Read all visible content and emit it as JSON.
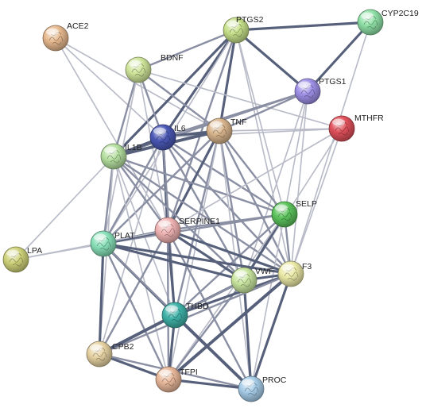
{
  "network": {
    "nodes": [
      {
        "id": "ACE2",
        "label": "ACE2",
        "color": "#e7b98f"
      },
      {
        "id": "PTGS2",
        "label": "PTGS2",
        "color": "#c6e08a"
      },
      {
        "id": "CYP2C19",
        "label": "CYP2C19",
        "color": "#8fe0a6"
      },
      {
        "id": "BDNF",
        "label": "BDNF",
        "color": "#cfe59a"
      },
      {
        "id": "PTGS1",
        "label": "PTGS1",
        "color": "#9e8fe6"
      },
      {
        "id": "IL6",
        "label": "IL6",
        "color": "#4a57b5"
      },
      {
        "id": "TNF",
        "label": "TNF",
        "color": "#d8b48c"
      },
      {
        "id": "MTHFR",
        "label": "MTHFR",
        "color": "#e0505a"
      },
      {
        "id": "IL1B",
        "label": "IL1B",
        "color": "#b6e0a0"
      },
      {
        "id": "SELP",
        "label": "SELP",
        "color": "#5cc45c"
      },
      {
        "id": "SERPINE1",
        "label": "SERPINE1",
        "color": "#f0b3b3"
      },
      {
        "id": "PLAT",
        "label": "PLAT",
        "color": "#88e0b8"
      },
      {
        "id": "LPA",
        "label": "LPA",
        "color": "#cfd27a"
      },
      {
        "id": "VWF",
        "label": "VWF",
        "color": "#c9e6a0"
      },
      {
        "id": "F3",
        "label": "F3",
        "color": "#ebe9a6"
      },
      {
        "id": "THBD",
        "label": "THBD",
        "color": "#3fb2a8"
      },
      {
        "id": "CPB2",
        "label": "CPB2",
        "color": "#e6d2a2"
      },
      {
        "id": "TFPI",
        "label": "TFPI",
        "color": "#e8b89a"
      },
      {
        "id": "PROC",
        "label": "PROC",
        "color": "#a6cce8"
      }
    ],
    "edges": [
      {
        "s": "ACE2",
        "t": "IL6",
        "w": 1
      },
      {
        "s": "ACE2",
        "t": "TNF",
        "w": 1
      },
      {
        "s": "ACE2",
        "t": "SERPINE1",
        "w": 1
      },
      {
        "s": "PTGS2",
        "t": "CYP2C19",
        "w": 3
      },
      {
        "s": "PTGS2",
        "t": "PTGS1",
        "w": 3
      },
      {
        "s": "PTGS2",
        "t": "BDNF",
        "w": 2
      },
      {
        "s": "PTGS2",
        "t": "IL6",
        "w": 3
      },
      {
        "s": "PTGS2",
        "t": "TNF",
        "w": 3
      },
      {
        "s": "PTGS2",
        "t": "IL1B",
        "w": 3
      },
      {
        "s": "PTGS2",
        "t": "SERPINE1",
        "w": 2
      },
      {
        "s": "PTGS2",
        "t": "SELP",
        "w": 1
      },
      {
        "s": "PTGS2",
        "t": "F3",
        "w": 1
      },
      {
        "s": "PTGS2",
        "t": "PLAT",
        "w": 1
      },
      {
        "s": "CYP2C19",
        "t": "PTGS1",
        "w": 3
      },
      {
        "s": "CYP2C19",
        "t": "F3",
        "w": 1
      },
      {
        "s": "BDNF",
        "t": "IL6",
        "w": 2
      },
      {
        "s": "BDNF",
        "t": "TNF",
        "w": 2
      },
      {
        "s": "BDNF",
        "t": "IL1B",
        "w": 2
      },
      {
        "s": "BDNF",
        "t": "MTHFR",
        "w": 1
      },
      {
        "s": "BDNF",
        "t": "SERPINE1",
        "w": 1
      },
      {
        "s": "BDNF",
        "t": "PLAT",
        "w": 1
      },
      {
        "s": "PTGS1",
        "t": "IL6",
        "w": 2
      },
      {
        "s": "PTGS1",
        "t": "TNF",
        "w": 2
      },
      {
        "s": "PTGS1",
        "t": "IL1B",
        "w": 2
      },
      {
        "s": "PTGS1",
        "t": "SELP",
        "w": 1
      },
      {
        "s": "PTGS1",
        "t": "VWF",
        "w": 1
      },
      {
        "s": "PTGS1",
        "t": "F3",
        "w": 1
      },
      {
        "s": "IL6",
        "t": "TNF",
        "w": 4
      },
      {
        "s": "IL6",
        "t": "IL1B",
        "w": 4
      },
      {
        "s": "IL6",
        "t": "SERPINE1",
        "w": 3
      },
      {
        "s": "IL6",
        "t": "SELP",
        "w": 2
      },
      {
        "s": "IL6",
        "t": "PLAT",
        "w": 2
      },
      {
        "s": "IL6",
        "t": "VWF",
        "w": 2
      },
      {
        "s": "IL6",
        "t": "F3",
        "w": 2
      },
      {
        "s": "IL6",
        "t": "THBD",
        "w": 2
      },
      {
        "s": "IL6",
        "t": "CPB2",
        "w": 1
      },
      {
        "s": "IL6",
        "t": "MTHFR",
        "w": 1
      },
      {
        "s": "TNF",
        "t": "IL1B",
        "w": 4
      },
      {
        "s": "TNF",
        "t": "MTHFR",
        "w": 1
      },
      {
        "s": "TNF",
        "t": "SERPINE1",
        "w": 3
      },
      {
        "s": "TNF",
        "t": "SELP",
        "w": 2
      },
      {
        "s": "TNF",
        "t": "PLAT",
        "w": 2
      },
      {
        "s": "TNF",
        "t": "VWF",
        "w": 2
      },
      {
        "s": "TNF",
        "t": "F3",
        "w": 2
      },
      {
        "s": "TNF",
        "t": "THBD",
        "w": 2
      },
      {
        "s": "TNF",
        "t": "TFPI",
        "w": 1
      },
      {
        "s": "TNF",
        "t": "PROC",
        "w": 1
      },
      {
        "s": "IL1B",
        "t": "SERPINE1",
        "w": 2
      },
      {
        "s": "IL1B",
        "t": "SELP",
        "w": 2
      },
      {
        "s": "IL1B",
        "t": "PLAT",
        "w": 2
      },
      {
        "s": "IL1B",
        "t": "VWF",
        "w": 2
      },
      {
        "s": "IL1B",
        "t": "F3",
        "w": 2
      },
      {
        "s": "IL1B",
        "t": "THBD",
        "w": 1
      },
      {
        "s": "IL1B",
        "t": "CPB2",
        "w": 1
      },
      {
        "s": "IL1B",
        "t": "TFPI",
        "w": 1
      },
      {
        "s": "IL1B",
        "t": "LPA",
        "w": 1
      },
      {
        "s": "MTHFR",
        "t": "SERPINE1",
        "w": 1
      },
      {
        "s": "MTHFR",
        "t": "F3",
        "w": 1
      },
      {
        "s": "MTHFR",
        "t": "VWF",
        "w": 1
      },
      {
        "s": "SELP",
        "t": "SERPINE1",
        "w": 2
      },
      {
        "s": "SELP",
        "t": "VWF",
        "w": 3
      },
      {
        "s": "SELP",
        "t": "F3",
        "w": 2
      },
      {
        "s": "SELP",
        "t": "THBD",
        "w": 2
      },
      {
        "s": "SELP",
        "t": "PLAT",
        "w": 2
      },
      {
        "s": "SELP",
        "t": "TFPI",
        "w": 1
      },
      {
        "s": "SELP",
        "t": "PROC",
        "w": 1
      },
      {
        "s": "SERPINE1",
        "t": "PLAT",
        "w": 4
      },
      {
        "s": "SERPINE1",
        "t": "VWF",
        "w": 3
      },
      {
        "s": "SERPINE1",
        "t": "F3",
        "w": 3
      },
      {
        "s": "SERPINE1",
        "t": "THBD",
        "w": 3
      },
      {
        "s": "SERPINE1",
        "t": "CPB2",
        "w": 2
      },
      {
        "s": "SERPINE1",
        "t": "TFPI",
        "w": 2
      },
      {
        "s": "SERPINE1",
        "t": "PROC",
        "w": 2
      },
      {
        "s": "SERPINE1",
        "t": "LPA",
        "w": 1
      },
      {
        "s": "PLAT",
        "t": "LPA",
        "w": 1
      },
      {
        "s": "PLAT",
        "t": "VWF",
        "w": 3
      },
      {
        "s": "PLAT",
        "t": "F3",
        "w": 3
      },
      {
        "s": "PLAT",
        "t": "THBD",
        "w": 3
      },
      {
        "s": "PLAT",
        "t": "CPB2",
        "w": 3
      },
      {
        "s": "PLAT",
        "t": "TFPI",
        "w": 2
      },
      {
        "s": "PLAT",
        "t": "PROC",
        "w": 2
      },
      {
        "s": "VWF",
        "t": "F3",
        "w": 3
      },
      {
        "s": "VWF",
        "t": "THBD",
        "w": 3
      },
      {
        "s": "VWF",
        "t": "CPB2",
        "w": 2
      },
      {
        "s": "VWF",
        "t": "TFPI",
        "w": 2
      },
      {
        "s": "VWF",
        "t": "PROC",
        "w": 3
      },
      {
        "s": "F3",
        "t": "THBD",
        "w": 3
      },
      {
        "s": "F3",
        "t": "TFPI",
        "w": 4
      },
      {
        "s": "F3",
        "t": "PROC",
        "w": 3
      },
      {
        "s": "F3",
        "t": "CPB2",
        "w": 2
      },
      {
        "s": "THBD",
        "t": "CPB2",
        "w": 4
      },
      {
        "s": "THBD",
        "t": "TFPI",
        "w": 3
      },
      {
        "s": "THBD",
        "t": "PROC",
        "w": 4
      },
      {
        "s": "CPB2",
        "t": "TFPI",
        "w": 3
      },
      {
        "s": "CPB2",
        "t": "PROC",
        "w": 2
      },
      {
        "s": "TFPI",
        "t": "PROC",
        "w": 3
      }
    ]
  }
}
